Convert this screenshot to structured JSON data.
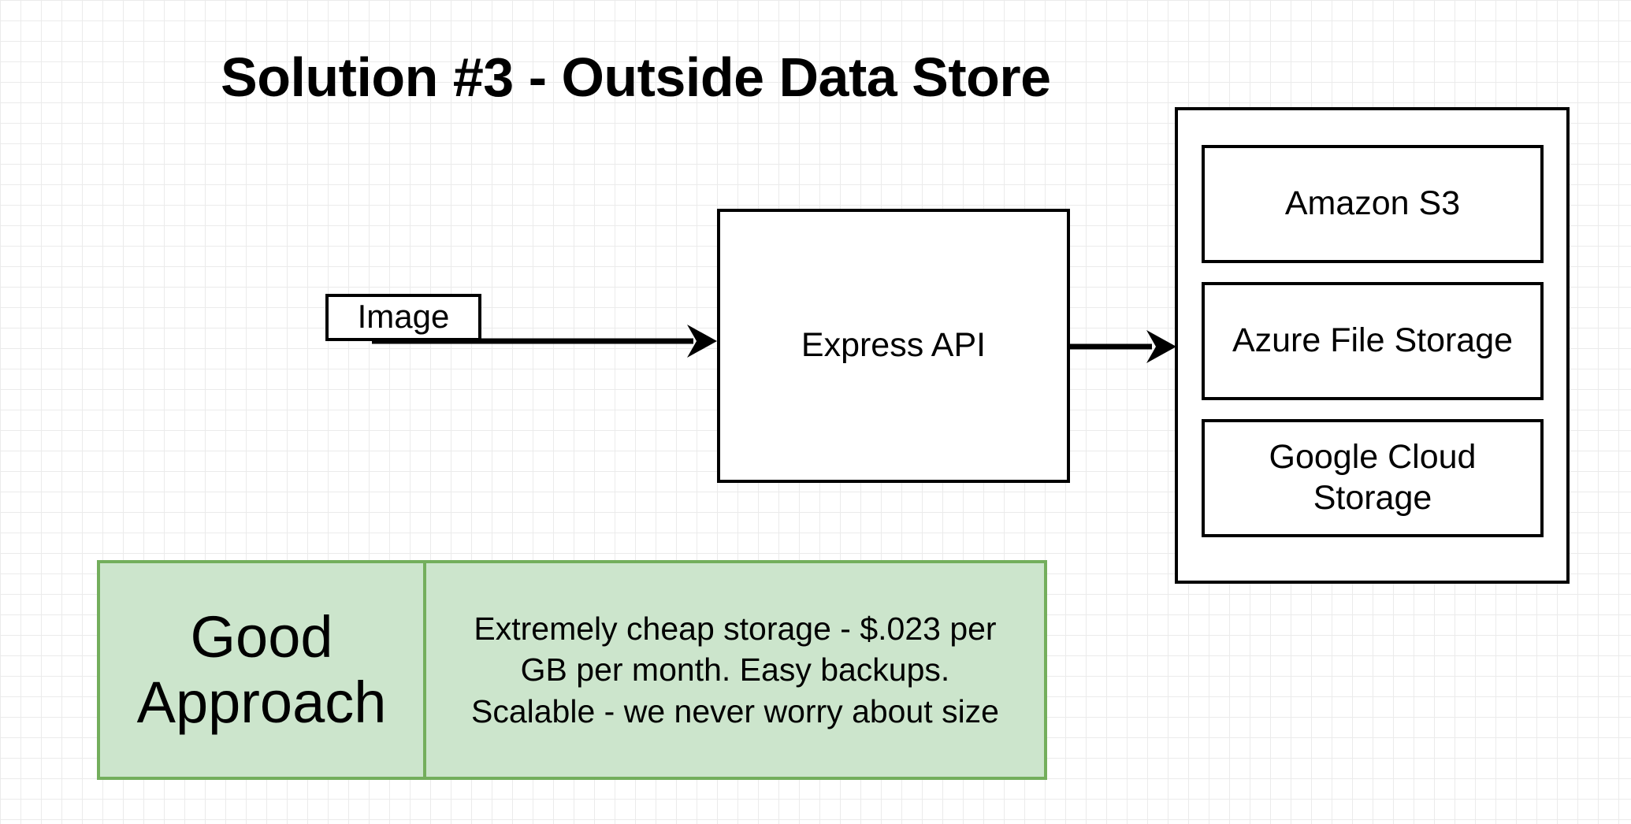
{
  "title": "Solution #3 - Outside Data Store",
  "diagram": {
    "image_label": "Image",
    "express_label": "Express API",
    "storage_options": [
      "Amazon S3",
      "Azure File Storage",
      "Google Cloud\nStorage"
    ]
  },
  "verdict": {
    "label": "Good\nApproach",
    "description": "Extremely cheap storage - $.023 per\nGB per month.  Easy backups.\nScalable - we never worry about size"
  },
  "colors": {
    "verdict_fill": "#cce5cc",
    "verdict_border": "#73ae5c",
    "stroke": "#000000"
  }
}
